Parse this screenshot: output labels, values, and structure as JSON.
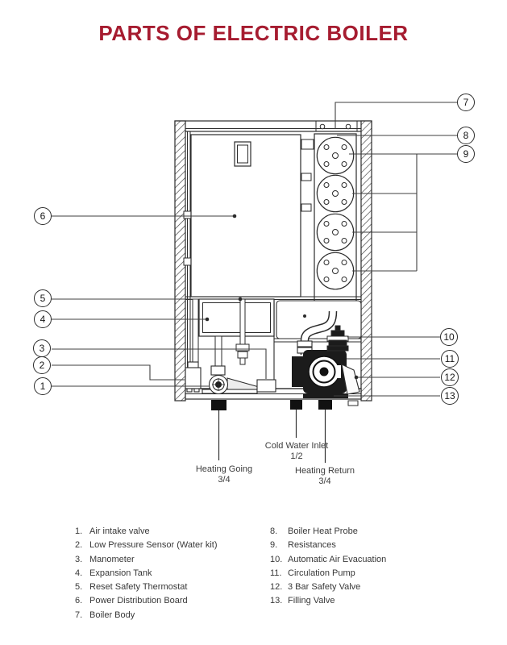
{
  "title": "PARTS OF ELECTRIC BOILER",
  "colors": {
    "accent": "#A61C30",
    "line": "#2B2B2B"
  },
  "callouts": [
    "1",
    "2",
    "3",
    "4",
    "5",
    "6",
    "7",
    "8",
    "9",
    "10",
    "11",
    "12",
    "13"
  ],
  "pipe_labels": [
    {
      "name": "Heating Going",
      "size": "3/4"
    },
    {
      "name": "Cold Water Inlet",
      "size": "1/2"
    },
    {
      "name": "Heating Return",
      "size": "3/4"
    }
  ],
  "parts": {
    "left": [
      {
        "num": "1.",
        "label": "Air intake valve"
      },
      {
        "num": "2.",
        "label": "Low Pressure Sensor (Water kit)"
      },
      {
        "num": "3.",
        "label": "Manometer"
      },
      {
        "num": "4.",
        "label": "Expansion Tank"
      },
      {
        "num": "5.",
        "label": "Reset Safety Thermostat"
      },
      {
        "num": "6.",
        "label": "Power Distribution Board"
      },
      {
        "num": "7.",
        "label": "Boiler Body"
      }
    ],
    "right": [
      {
        "num": "8.",
        "label": "Boiler Heat Probe"
      },
      {
        "num": "9.",
        "label": "Resistances"
      },
      {
        "num": "10.",
        "label": "Automatic Air Evacuation"
      },
      {
        "num": "11.",
        "label": "Circulation Pump"
      },
      {
        "num": "12.",
        "label": "3 Bar Safety Valve"
      },
      {
        "num": "13.",
        "label": "Filling Valve"
      }
    ]
  }
}
